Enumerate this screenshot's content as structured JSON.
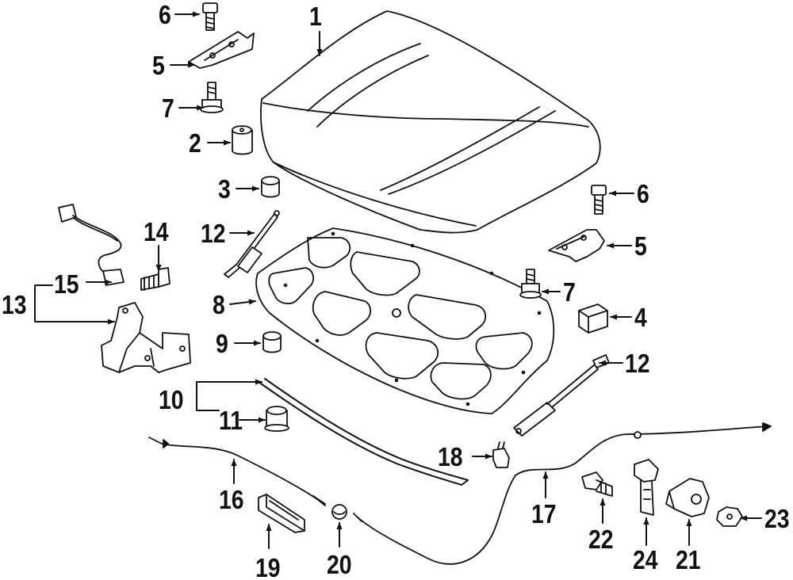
{
  "diagram": {
    "callouts": [
      {
        "id": "c1",
        "text": "1"
      },
      {
        "id": "c2",
        "text": "2"
      },
      {
        "id": "c3",
        "text": "3"
      },
      {
        "id": "c4",
        "text": "4"
      },
      {
        "id": "c5a",
        "text": "5"
      },
      {
        "id": "c5b",
        "text": "5"
      },
      {
        "id": "c6a",
        "text": "6"
      },
      {
        "id": "c6b",
        "text": "6"
      },
      {
        "id": "c7a",
        "text": "7"
      },
      {
        "id": "c7b",
        "text": "7"
      },
      {
        "id": "c8",
        "text": "8"
      },
      {
        "id": "c9",
        "text": "9"
      },
      {
        "id": "c10",
        "text": "10"
      },
      {
        "id": "c11",
        "text": "11"
      },
      {
        "id": "c12a",
        "text": "12"
      },
      {
        "id": "c12b",
        "text": "12"
      },
      {
        "id": "c13",
        "text": "13"
      },
      {
        "id": "c14",
        "text": "14"
      },
      {
        "id": "c15",
        "text": "15"
      },
      {
        "id": "c16",
        "text": "16"
      },
      {
        "id": "c17",
        "text": "17"
      },
      {
        "id": "c18",
        "text": "18"
      },
      {
        "id": "c19",
        "text": "19"
      },
      {
        "id": "c20",
        "text": "20"
      },
      {
        "id": "c21",
        "text": "21"
      },
      {
        "id": "c22",
        "text": "22"
      },
      {
        "id": "c23",
        "text": "23"
      },
      {
        "id": "c24",
        "text": "24"
      }
    ]
  }
}
